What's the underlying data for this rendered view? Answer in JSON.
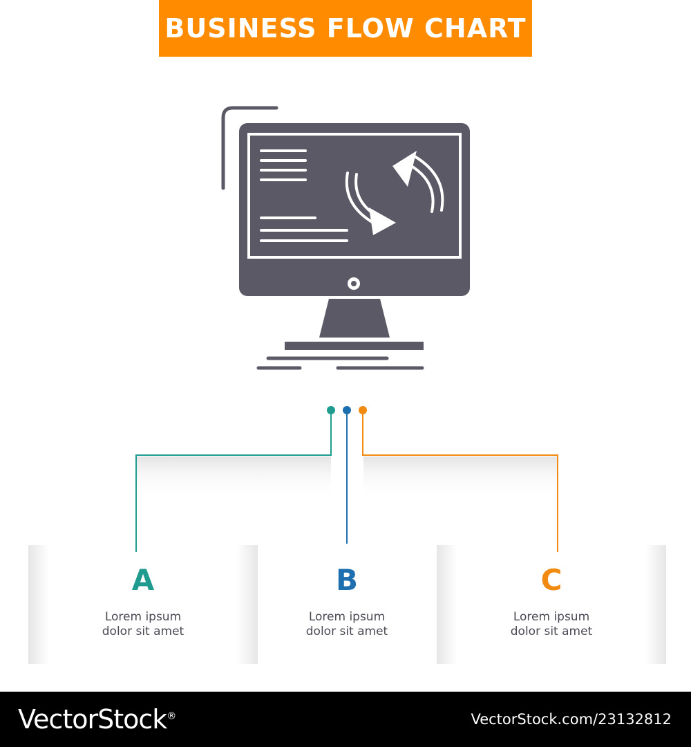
{
  "title": "BUSINESS FLOW CHART",
  "colors": {
    "accent": "#ff8c00",
    "icon": "#5b5965",
    "a": "#1f9b8f",
    "b": "#1d6fb0",
    "c": "#f08a10",
    "body_text": "#4a4a55"
  },
  "icon": "computer-monitor-sync-icon",
  "cards": [
    {
      "letter": "A",
      "line1": "Lorem ipsum",
      "line2": "dolor sit amet"
    },
    {
      "letter": "B",
      "line1": "Lorem ipsum",
      "line2": "dolor sit amet"
    },
    {
      "letter": "C",
      "line1": "Lorem ipsum",
      "line2": "dolor sit amet"
    }
  ],
  "footer": {
    "logo": "VectorStock",
    "registered": "®",
    "url": "VectorStock.com/23132812"
  }
}
